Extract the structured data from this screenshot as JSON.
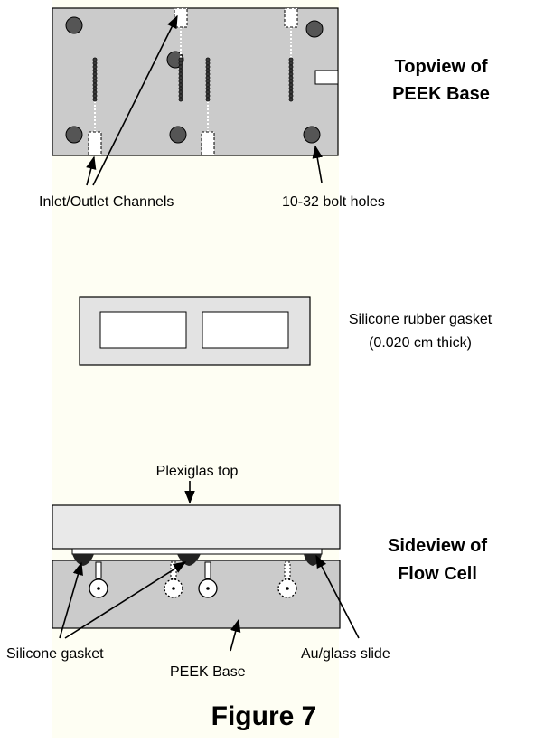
{
  "figure": {
    "caption": "Figure 7",
    "colors": {
      "background": "#ffffff",
      "backdrop": "#fefef3",
      "peek_base": "#cbcbcb",
      "plexiglas": "#e9e9e9",
      "gasket_frame": "#e3e3e3",
      "bolt_hole": "#555555",
      "outline": "#000000"
    }
  },
  "topview": {
    "title_line1": "Topview of",
    "title_line2": "PEEK Base",
    "label_channels": "Inlet/Outlet Channels",
    "label_bolts": "10-32 bolt holes"
  },
  "gasket": {
    "label_line1": "Silicone rubber gasket",
    "label_line2": "(0.020 cm thick)"
  },
  "sideview": {
    "title_line1": "Sideview of",
    "title_line2": "Flow Cell",
    "label_top": "Plexiglas top",
    "label_silicone": "Silicone gasket",
    "label_base": "PEEK Base",
    "label_slide": "Au/glass slide"
  }
}
